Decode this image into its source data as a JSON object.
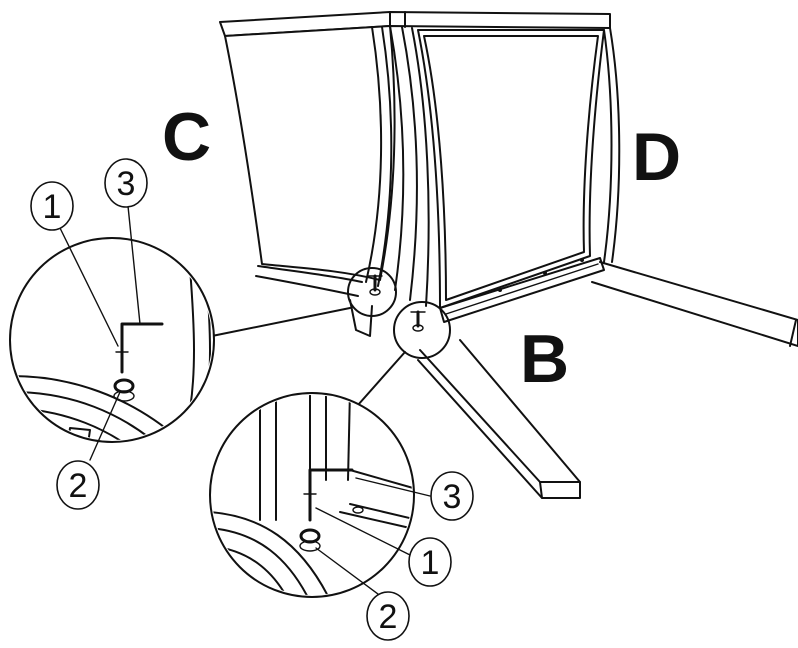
{
  "labels": {
    "side_c": "C",
    "side_d": "D",
    "side_b": "B"
  },
  "callouts": {
    "left": {
      "n1": "1",
      "n2": "2",
      "n3": "3"
    },
    "right": {
      "n1": "1",
      "n2": "2",
      "n3": "3"
    }
  }
}
